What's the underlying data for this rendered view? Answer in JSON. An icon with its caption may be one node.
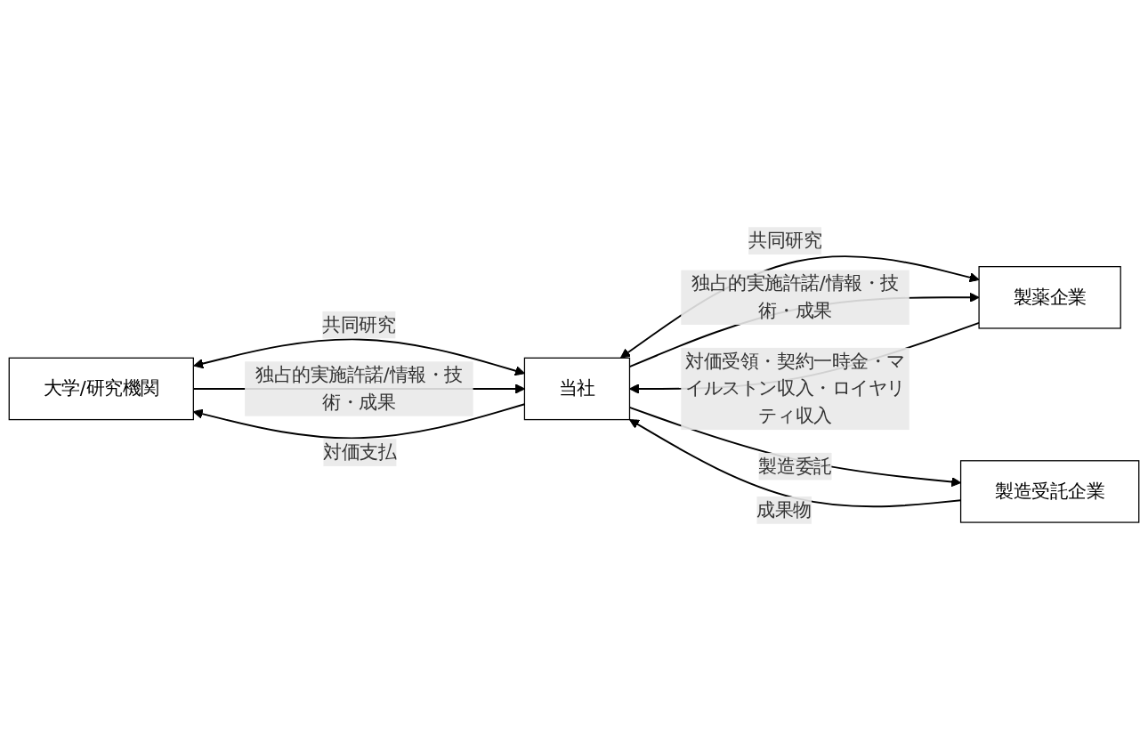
{
  "diagram": {
    "nodes": [
      {
        "text": [
          "大学/研究機関"
        ]
      },
      {
        "text": [
          "当社"
        ]
      },
      {
        "text": [
          "製薬企業"
        ]
      },
      {
        "text": [
          "製造受託企業"
        ]
      }
    ],
    "edges": [
      {
        "from": 0,
        "to": 1,
        "arrow": "both",
        "label": "共同研究"
      },
      {
        "from": 0,
        "to": 1,
        "arrow": "to",
        "label": "独占的実施許諾/情報・技術・成果"
      },
      {
        "from": 1,
        "to": 0,
        "arrow": "to",
        "label": "対価支払"
      },
      {
        "from": 1,
        "to": 2,
        "arrow": "both",
        "label": "共同研究"
      },
      {
        "from": 1,
        "to": 2,
        "arrow": "to",
        "label": "独占的実施許諾/情報・技術・成果"
      },
      {
        "from": 2,
        "to": 1,
        "arrow": "to",
        "label": "対価受領・契約一時金・マイルストン収入・ロイヤリティ収入"
      },
      {
        "from": 3,
        "to": 1,
        "arrow": "to",
        "label": "成果物"
      },
      {
        "from": 1,
        "to": 3,
        "arrow": "to",
        "label": "製造委託"
      }
    ]
  }
}
